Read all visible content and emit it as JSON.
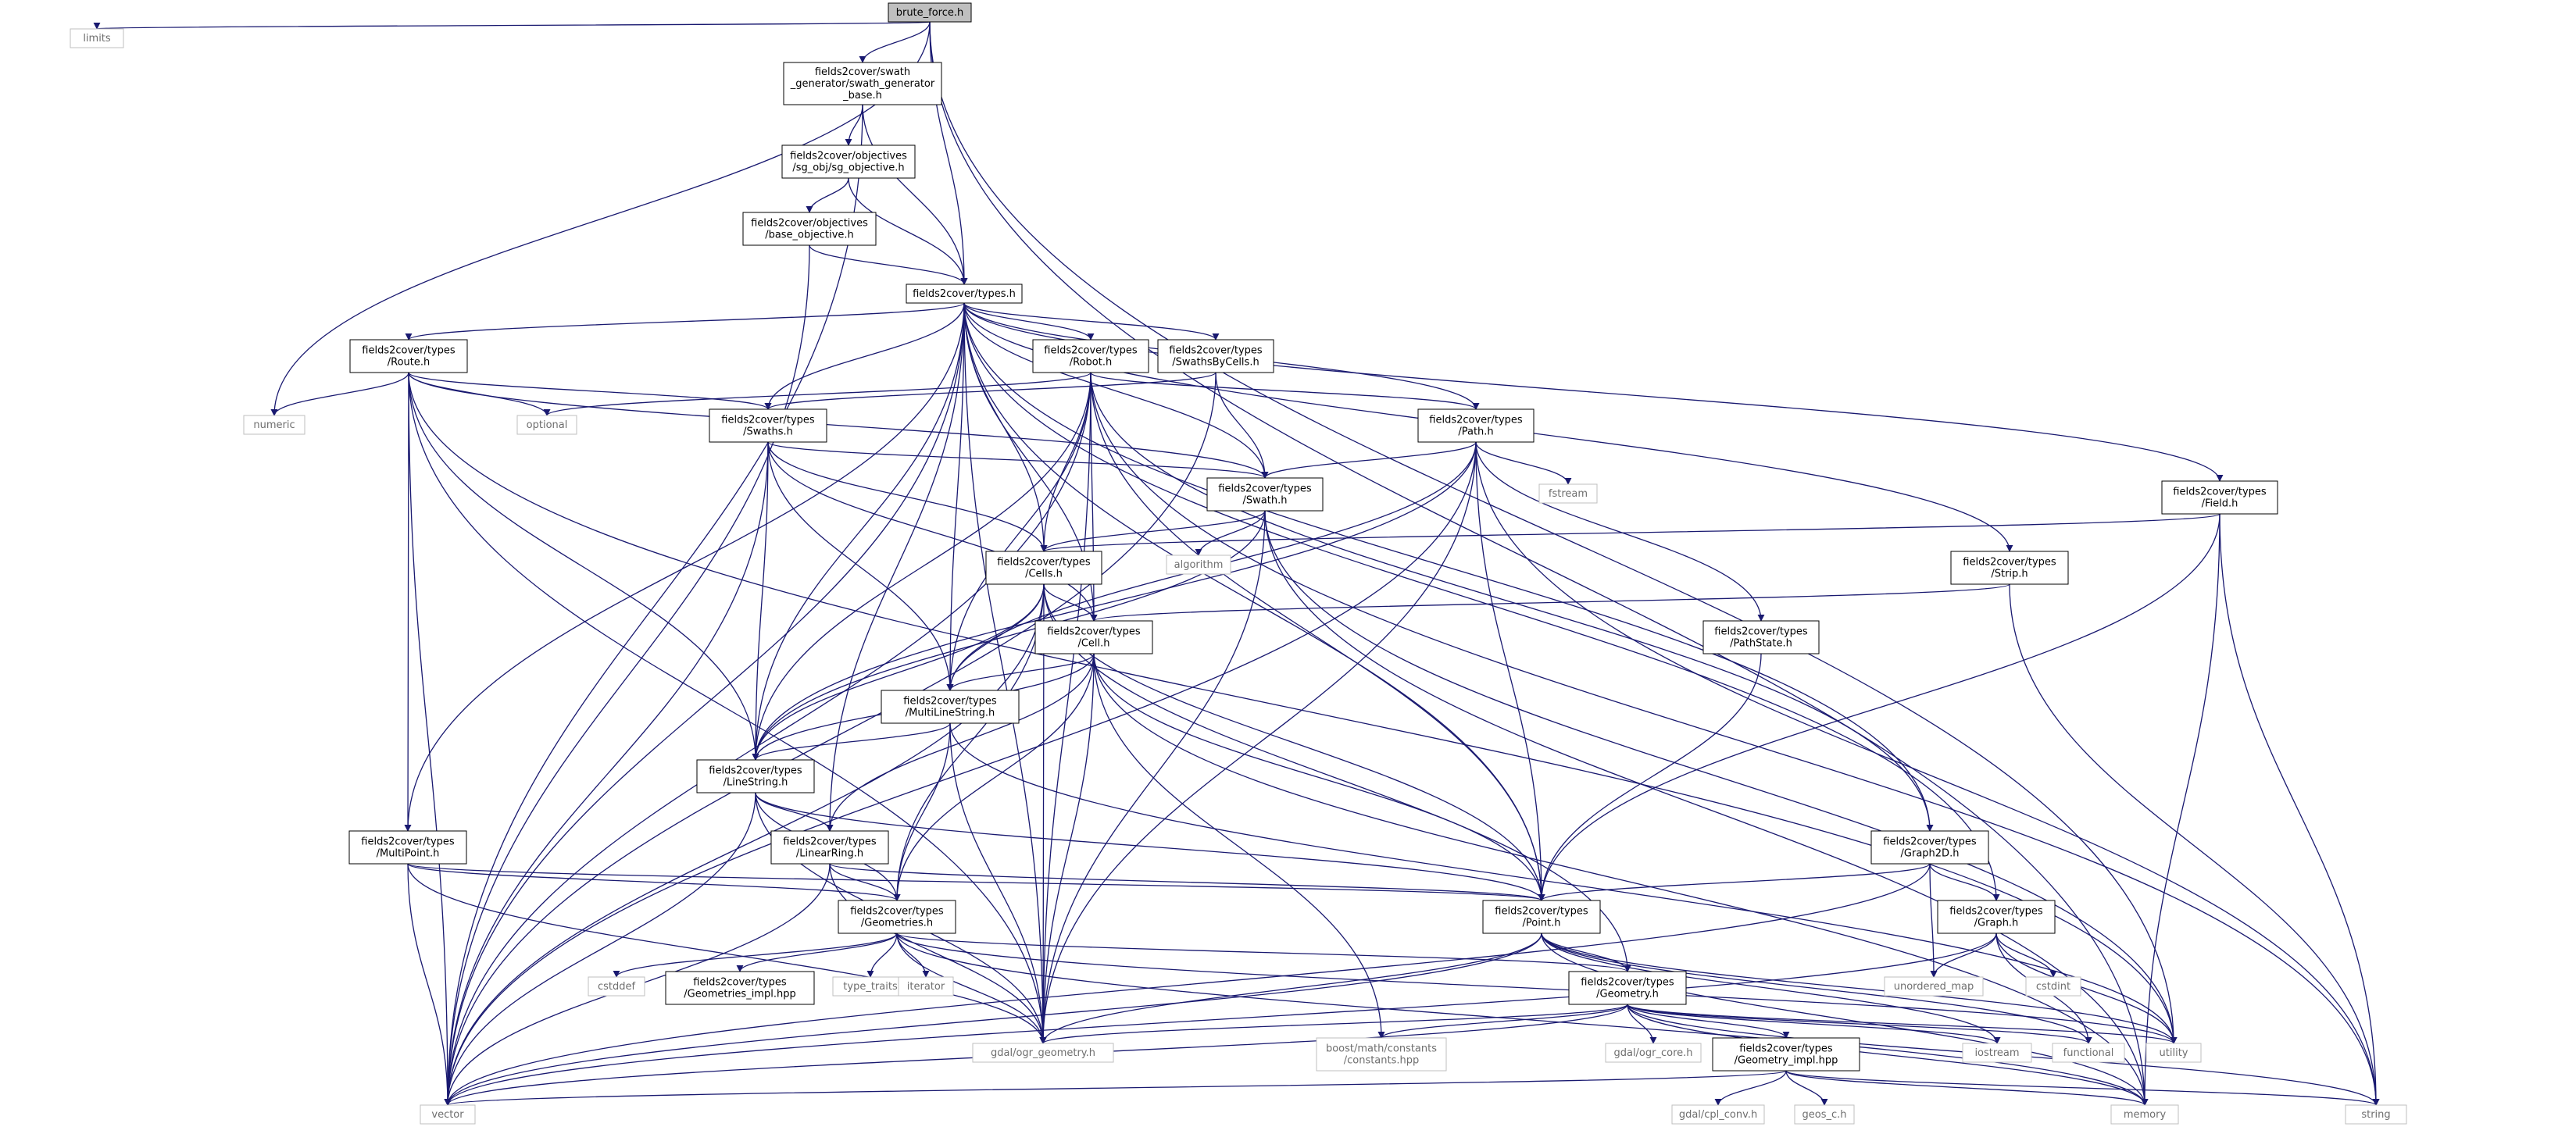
{
  "nodes": [
    {
      "id": "brute_force",
      "kind": "root",
      "lines": [
        "brute_force.h"
      ]
    },
    {
      "id": "limits",
      "kind": "sys",
      "lines": [
        "limits"
      ]
    },
    {
      "id": "swath_gen_base",
      "kind": "file",
      "lines": [
        "fields2cover/swath",
        "_generator/swath_generator",
        "_base.h"
      ]
    },
    {
      "id": "sg_obj",
      "kind": "file",
      "lines": [
        "fields2cover/objectives",
        "/sg_obj/sg_objective.h"
      ]
    },
    {
      "id": "base_obj",
      "kind": "file",
      "lines": [
        "fields2cover/objectives",
        "/base_objective.h"
      ]
    },
    {
      "id": "types",
      "kind": "file",
      "lines": [
        "fields2cover/types.h"
      ]
    },
    {
      "id": "route",
      "kind": "file",
      "lines": [
        "fields2cover/types",
        "/Route.h"
      ]
    },
    {
      "id": "robot",
      "kind": "file",
      "lines": [
        "fields2cover/types",
        "/Robot.h"
      ]
    },
    {
      "id": "swathsbycells",
      "kind": "file",
      "lines": [
        "fields2cover/types",
        "/SwathsByCells.h"
      ]
    },
    {
      "id": "numeric",
      "kind": "sys",
      "lines": [
        "numeric"
      ]
    },
    {
      "id": "optional",
      "kind": "sys",
      "lines": [
        "optional"
      ]
    },
    {
      "id": "swaths",
      "kind": "file",
      "lines": [
        "fields2cover/types",
        "/Swaths.h"
      ]
    },
    {
      "id": "path",
      "kind": "file",
      "lines": [
        "fields2cover/types",
        "/Path.h"
      ]
    },
    {
      "id": "swath",
      "kind": "file",
      "lines": [
        "fields2cover/types",
        "/Swath.h"
      ]
    },
    {
      "id": "fstream",
      "kind": "sys",
      "lines": [
        "fstream"
      ]
    },
    {
      "id": "field",
      "kind": "file",
      "lines": [
        "fields2cover/types",
        "/Field.h"
      ]
    },
    {
      "id": "algorithm",
      "kind": "sys",
      "lines": [
        "algorithm"
      ]
    },
    {
      "id": "cells",
      "kind": "file",
      "lines": [
        "fields2cover/types",
        "/Cells.h"
      ]
    },
    {
      "id": "strip",
      "kind": "file",
      "lines": [
        "fields2cover/types",
        "/Strip.h"
      ]
    },
    {
      "id": "cell",
      "kind": "file",
      "lines": [
        "fields2cover/types",
        "/Cell.h"
      ]
    },
    {
      "id": "pathstate",
      "kind": "file",
      "lines": [
        "fields2cover/types",
        "/PathState.h"
      ]
    },
    {
      "id": "multilinestring",
      "kind": "file",
      "lines": [
        "fields2cover/types",
        "/MultiLineString.h"
      ]
    },
    {
      "id": "linestring",
      "kind": "file",
      "lines": [
        "fields2cover/types",
        "/LineString.h"
      ]
    },
    {
      "id": "linearring",
      "kind": "file",
      "lines": [
        "fields2cover/types",
        "/LinearRing.h"
      ]
    },
    {
      "id": "multipoint",
      "kind": "file",
      "lines": [
        "fields2cover/types",
        "/MultiPoint.h"
      ]
    },
    {
      "id": "graph2d",
      "kind": "file",
      "lines": [
        "fields2cover/types",
        "/Graph2D.h"
      ]
    },
    {
      "id": "point",
      "kind": "file",
      "lines": [
        "fields2cover/types",
        "/Point.h"
      ]
    },
    {
      "id": "geometries",
      "kind": "file",
      "lines": [
        "fields2cover/types",
        "/Geometries.h"
      ]
    },
    {
      "id": "graph",
      "kind": "file",
      "lines": [
        "fields2cover/types",
        "/Graph.h"
      ]
    },
    {
      "id": "unordered_map",
      "kind": "sys",
      "lines": [
        "unordered_map"
      ]
    },
    {
      "id": "cstdint",
      "kind": "sys",
      "lines": [
        "cstdint"
      ]
    },
    {
      "id": "cstddef",
      "kind": "sys",
      "lines": [
        "cstddef"
      ]
    },
    {
      "id": "geom_impl_hpp",
      "kind": "file",
      "lines": [
        "fields2cover/types",
        "/Geometries_impl.hpp"
      ]
    },
    {
      "id": "type_traits",
      "kind": "sys",
      "lines": [
        "type_traits"
      ]
    },
    {
      "id": "iterator",
      "kind": "sys",
      "lines": [
        "iterator"
      ]
    },
    {
      "id": "geometry",
      "kind": "file",
      "lines": [
        "fields2cover/types",
        "/Geometry.h"
      ]
    },
    {
      "id": "ogr_geometry",
      "kind": "sys",
      "lines": [
        "gdal/ogr_geometry.h"
      ]
    },
    {
      "id": "boost_constants",
      "kind": "sys",
      "lines": [
        "boost/math/constants",
        "/constants.hpp"
      ]
    },
    {
      "id": "ogr_core",
      "kind": "sys",
      "lines": [
        "gdal/ogr_core.h"
      ]
    },
    {
      "id": "geometry_impl_hpp",
      "kind": "file",
      "lines": [
        "fields2cover/types",
        "/Geometry_impl.hpp"
      ]
    },
    {
      "id": "iostream",
      "kind": "sys",
      "lines": [
        "iostream"
      ]
    },
    {
      "id": "functional",
      "kind": "sys",
      "lines": [
        "functional"
      ]
    },
    {
      "id": "utility",
      "kind": "sys",
      "lines": [
        "utility"
      ]
    },
    {
      "id": "vector",
      "kind": "sys",
      "lines": [
        "vector"
      ]
    },
    {
      "id": "cpl_conv",
      "kind": "sys",
      "lines": [
        "gdal/cpl_conv.h"
      ]
    },
    {
      "id": "geos_c",
      "kind": "sys",
      "lines": [
        "geos_c.h"
      ]
    },
    {
      "id": "memory",
      "kind": "sys",
      "lines": [
        "memory"
      ]
    },
    {
      "id": "string",
      "kind": "sys",
      "lines": [
        "string"
      ]
    }
  ],
  "edges": [
    [
      "brute_force",
      "limits"
    ],
    [
      "brute_force",
      "swath_gen_base"
    ],
    [
      "brute_force",
      "types"
    ],
    [
      "brute_force",
      "numeric"
    ],
    [
      "brute_force",
      "utility"
    ],
    [
      "brute_force",
      "memory"
    ],
    [
      "swath_gen_base",
      "sg_obj"
    ],
    [
      "swath_gen_base",
      "types"
    ],
    [
      "swath_gen_base",
      "vector"
    ],
    [
      "sg_obj",
      "base_obj"
    ],
    [
      "sg_obj",
      "types"
    ],
    [
      "base_obj",
      "types"
    ],
    [
      "base_obj",
      "vector"
    ],
    [
      "types",
      "route"
    ],
    [
      "types",
      "robot"
    ],
    [
      "types",
      "swathsbycells"
    ],
    [
      "types",
      "swaths"
    ],
    [
      "types",
      "path"
    ],
    [
      "types",
      "swath"
    ],
    [
      "types",
      "field"
    ],
    [
      "types",
      "cells"
    ],
    [
      "types",
      "strip"
    ],
    [
      "types",
      "cell"
    ],
    [
      "types",
      "multilinestring"
    ],
    [
      "types",
      "linestring"
    ],
    [
      "types",
      "linearring"
    ],
    [
      "types",
      "multipoint"
    ],
    [
      "types",
      "graph2d"
    ],
    [
      "types",
      "graph"
    ],
    [
      "types",
      "point"
    ],
    [
      "types",
      "ogr_geometry"
    ],
    [
      "types",
      "vector"
    ],
    [
      "route",
      "numeric"
    ],
    [
      "route",
      "optional"
    ],
    [
      "route",
      "swaths"
    ],
    [
      "route",
      "swath"
    ],
    [
      "route",
      "multipoint"
    ],
    [
      "route",
      "linestring"
    ],
    [
      "route",
      "ogr_geometry"
    ],
    [
      "route",
      "vector"
    ],
    [
      "route",
      "utility"
    ],
    [
      "robot",
      "optional"
    ],
    [
      "robot",
      "path"
    ],
    [
      "robot",
      "cells"
    ],
    [
      "robot",
      "cell"
    ],
    [
      "robot",
      "multilinestring"
    ],
    [
      "robot",
      "linestring"
    ],
    [
      "robot",
      "point"
    ],
    [
      "robot",
      "ogr_geometry"
    ],
    [
      "robot",
      "vector"
    ],
    [
      "robot",
      "string"
    ],
    [
      "robot",
      "graph2d"
    ],
    [
      "swathsbycells",
      "swaths"
    ],
    [
      "swathsbycells",
      "swath"
    ],
    [
      "swathsbycells",
      "vector"
    ],
    [
      "swaths",
      "swath"
    ],
    [
      "swaths",
      "cells"
    ],
    [
      "swaths",
      "cell"
    ],
    [
      "swaths",
      "multilinestring"
    ],
    [
      "swaths",
      "linestring"
    ],
    [
      "swaths",
      "vector"
    ],
    [
      "path",
      "swath"
    ],
    [
      "path",
      "pathstate"
    ],
    [
      "path",
      "fstream"
    ],
    [
      "path",
      "linestring"
    ],
    [
      "path",
      "multilinestring"
    ],
    [
      "path",
      "point"
    ],
    [
      "path",
      "ogr_geometry"
    ],
    [
      "path",
      "vector"
    ],
    [
      "path",
      "string"
    ],
    [
      "swath",
      "algorithm"
    ],
    [
      "swath",
      "cells"
    ],
    [
      "swath",
      "linestring"
    ],
    [
      "swath",
      "ogr_geometry"
    ],
    [
      "swath",
      "utility"
    ],
    [
      "swath",
      "memory"
    ],
    [
      "field",
      "cells"
    ],
    [
      "field",
      "point"
    ],
    [
      "field",
      "memory"
    ],
    [
      "field",
      "string"
    ],
    [
      "cells",
      "cell"
    ],
    [
      "cells",
      "multilinestring"
    ],
    [
      "cells",
      "linestring"
    ],
    [
      "cells",
      "geometries"
    ],
    [
      "cells",
      "point"
    ],
    [
      "cells",
      "geometry"
    ],
    [
      "cells",
      "ogr_geometry"
    ],
    [
      "cells",
      "vector"
    ],
    [
      "strip",
      "cell"
    ],
    [
      "strip",
      "string"
    ],
    [
      "cell",
      "multilinestring"
    ],
    [
      "cell",
      "linestring"
    ],
    [
      "cell",
      "linearring"
    ],
    [
      "cell",
      "geometries"
    ],
    [
      "cell",
      "point"
    ],
    [
      "cell",
      "boost_constants"
    ],
    [
      "cell",
      "ogr_geometry"
    ],
    [
      "cell",
      "memory"
    ],
    [
      "pathstate",
      "point"
    ],
    [
      "multilinestring",
      "linestring"
    ],
    [
      "multilinestring",
      "geometries"
    ],
    [
      "multilinestring",
      "ogr_geometry"
    ],
    [
      "multilinestring",
      "utility"
    ],
    [
      "linestring",
      "linearring"
    ],
    [
      "linestring",
      "geometries"
    ],
    [
      "linestring",
      "point"
    ],
    [
      "linestring",
      "ogr_geometry"
    ],
    [
      "linestring",
      "vector"
    ],
    [
      "linearring",
      "geometries"
    ],
    [
      "linearring",
      "point"
    ],
    [
      "linearring",
      "ogr_geometry"
    ],
    [
      "linearring",
      "vector"
    ],
    [
      "multipoint",
      "geometries"
    ],
    [
      "multipoint",
      "point"
    ],
    [
      "multipoint",
      "ogr_geometry"
    ],
    [
      "multipoint",
      "vector"
    ],
    [
      "graph2d",
      "graph"
    ],
    [
      "graph2d",
      "point"
    ],
    [
      "graph2d",
      "unordered_map"
    ],
    [
      "graph2d",
      "vector"
    ],
    [
      "graph",
      "unordered_map"
    ],
    [
      "graph",
      "cstdint"
    ],
    [
      "graph",
      "functional"
    ],
    [
      "graph",
      "utility"
    ],
    [
      "graph",
      "vector"
    ],
    [
      "point",
      "geometry"
    ],
    [
      "point",
      "ogr_geometry"
    ],
    [
      "point",
      "vector"
    ],
    [
      "point",
      "iostream"
    ],
    [
      "point",
      "functional"
    ],
    [
      "point",
      "utility"
    ],
    [
      "point",
      "memory"
    ],
    [
      "geometries",
      "cstddef"
    ],
    [
      "geometries",
      "geom_impl_hpp"
    ],
    [
      "geometries",
      "type_traits"
    ],
    [
      "geometries",
      "iterator"
    ],
    [
      "geometries",
      "geometry"
    ],
    [
      "geometries",
      "ogr_geometry"
    ],
    [
      "geometries",
      "utility"
    ],
    [
      "geometries",
      "memory"
    ],
    [
      "geometry",
      "ogr_geometry"
    ],
    [
      "geometry",
      "boost_constants"
    ],
    [
      "geometry",
      "ogr_core"
    ],
    [
      "geometry",
      "geometry_impl_hpp"
    ],
    [
      "geometry",
      "iostream"
    ],
    [
      "geometry",
      "functional"
    ],
    [
      "geometry",
      "utility"
    ],
    [
      "geometry",
      "vector"
    ],
    [
      "geometry",
      "memory"
    ],
    [
      "geometry",
      "string"
    ],
    [
      "geometry_impl_hpp",
      "cpl_conv"
    ],
    [
      "geometry_impl_hpp",
      "geos_c"
    ],
    [
      "geometry_impl_hpp",
      "vector"
    ],
    [
      "geometry_impl_hpp",
      "memory"
    ],
    [
      "geometry_impl_hpp",
      "string"
    ]
  ],
  "colors": {
    "edge": "#191970",
    "file_border": "#000000",
    "sys_border": "#bfbfbf",
    "sys_text": "#6e6e6e",
    "root_fill": "#bfbfbf",
    "background": "#ffffff"
  }
}
